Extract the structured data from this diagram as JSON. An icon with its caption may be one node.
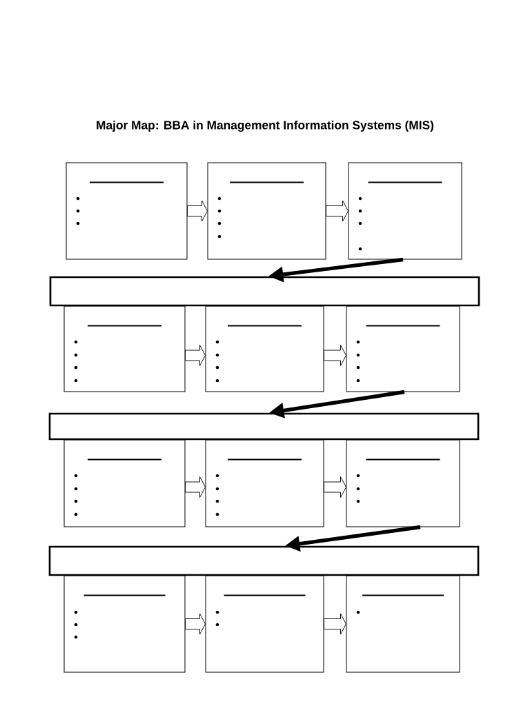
{
  "diagram": {
    "title": "Major Map: BBA in Management Information Systems (MIS)",
    "nodes": [
      {
        "text": [],
        "shape": "box"
      },
      {
        "text": [],
        "shape": "box"
      },
      {
        "text": [],
        "shape": "box"
      },
      {
        "text": [],
        "shape": "bar"
      },
      {
        "text": [],
        "shape": "box"
      },
      {
        "text": [],
        "shape": "box"
      },
      {
        "text": [],
        "shape": "box"
      },
      {
        "text": [],
        "shape": "bar"
      },
      {
        "text": [],
        "shape": "box"
      },
      {
        "text": [],
        "shape": "box"
      },
      {
        "text": [],
        "shape": "box"
      },
      {
        "text": [],
        "shape": "bar"
      },
      {
        "text": [],
        "shape": "box"
      },
      {
        "text": [],
        "shape": "box"
      },
      {
        "text": [],
        "shape": "box"
      }
    ],
    "edges": [
      {
        "from": 0,
        "to": 1,
        "arrow": "to"
      },
      {
        "from": 1,
        "to": 2,
        "arrow": "to"
      },
      {
        "from": 2,
        "to": 3,
        "arrow": "to"
      },
      {
        "from": 4,
        "to": 5,
        "arrow": "to"
      },
      {
        "from": 5,
        "to": 6,
        "arrow": "to"
      },
      {
        "from": 6,
        "to": 7,
        "arrow": "to"
      },
      {
        "from": 8,
        "to": 9,
        "arrow": "to"
      },
      {
        "from": 9,
        "to": 10,
        "arrow": "to"
      },
      {
        "from": 10,
        "to": 11,
        "arrow": "to"
      },
      {
        "from": 12,
        "to": 13,
        "arrow": "to"
      },
      {
        "from": 13,
        "to": 14,
        "arrow": "to"
      }
    ]
  }
}
